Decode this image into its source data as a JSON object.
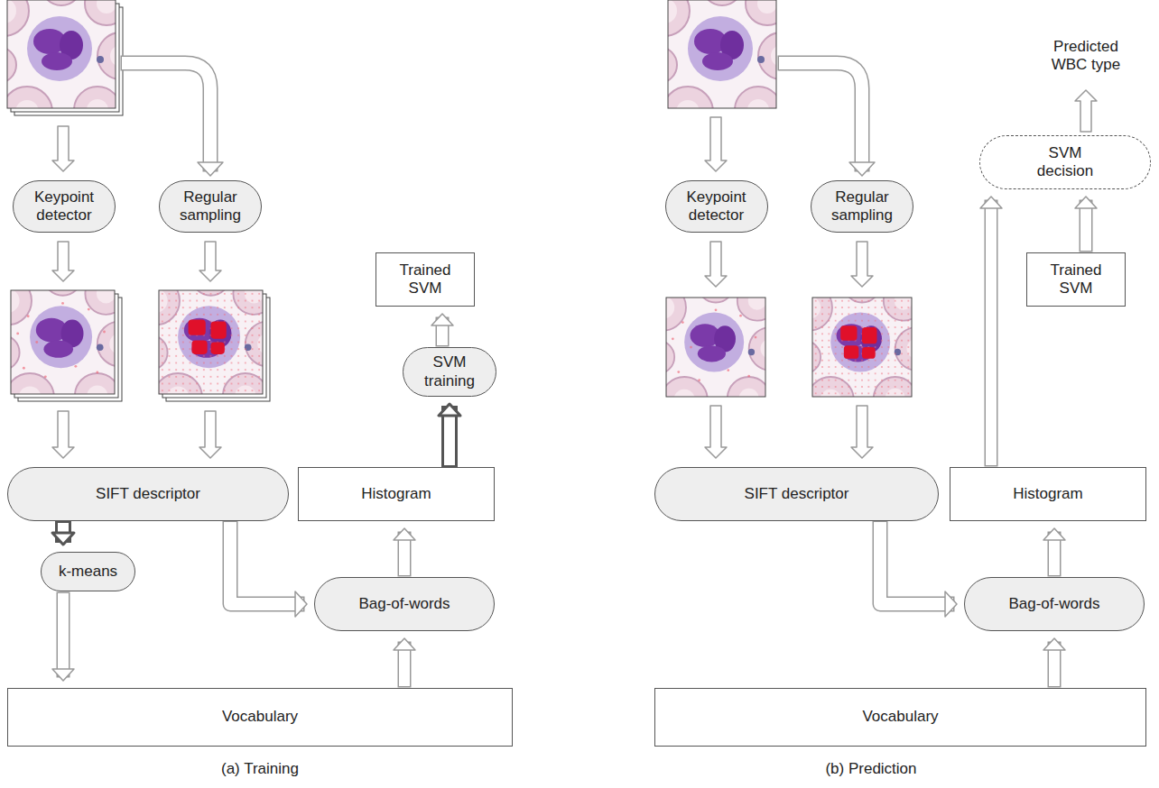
{
  "diagram": {
    "nodes": [
      {
        "text": [
          "Keypoint detector"
        ]
      },
      {
        "text": [
          "Regular sampling"
        ]
      },
      {
        "text": [
          "Trained SVM"
        ]
      },
      {
        "text": [
          "SVM training"
        ]
      },
      {
        "text": [
          "SIFT descriptor"
        ]
      },
      {
        "text": [
          "Histogram"
        ]
      },
      {
        "text": [
          "k-means"
        ]
      },
      {
        "text": [
          "Bag-of-words"
        ]
      },
      {
        "text": [
          "Vocabulary"
        ]
      },
      {
        "text": [
          "SVM decision"
        ]
      },
      {
        "text": [
          "Trained SVM"
        ]
      },
      {
        "text": [
          "Keypoint detector"
        ]
      },
      {
        "text": [
          "Regular sampling"
        ]
      },
      {
        "text": [
          "SIFT descriptor"
        ]
      },
      {
        "text": [
          "Histogram"
        ]
      },
      {
        "text": [
          "Bag-of-words"
        ]
      },
      {
        "text": [
          "Vocabulary"
        ]
      }
    ],
    "edges": [
      {
        "from": 4,
        "to": 6,
        "arrow": "to"
      },
      {
        "from": 6,
        "to": 8,
        "arrow": "to"
      },
      {
        "from": 4,
        "to": 7,
        "arrow": "to"
      },
      {
        "from": 8,
        "to": 7,
        "arrow": "to"
      },
      {
        "from": 7,
        "to": 5,
        "arrow": "to"
      },
      {
        "from": 5,
        "to": 3,
        "arrow": "to"
      },
      {
        "from": 3,
        "to": 2,
        "arrow": "to"
      },
      {
        "from": 13,
        "to": 15,
        "arrow": "to"
      },
      {
        "from": 16,
        "to": 15,
        "arrow": "to"
      },
      {
        "from": 15,
        "to": 14,
        "arrow": "to"
      },
      {
        "from": 14,
        "to": 9,
        "arrow": "to"
      },
      {
        "from": 10,
        "to": 9,
        "arrow": "to"
      }
    ],
    "labels": [
      "Predicted WBC type",
      "(a) Training",
      "(b) Prediction"
    ]
  }
}
